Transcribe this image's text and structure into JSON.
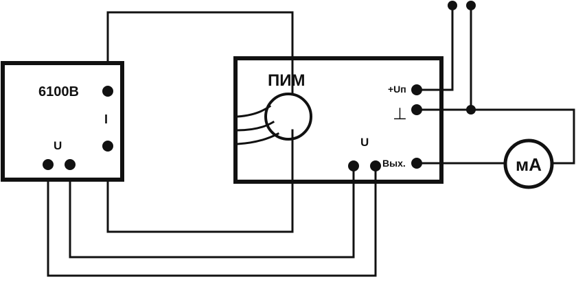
{
  "instrument": {
    "name": "6100B",
    "current_label": "I",
    "voltage_label": "U"
  },
  "transducer": {
    "name": "ПИМ",
    "supply_label": "+Uп",
    "ground_label": "⊥",
    "voltage_label": "U",
    "output_label": "Вых."
  },
  "meter": {
    "label": "мА"
  },
  "colors": {
    "line": "#111111",
    "background": "#ffffff"
  }
}
